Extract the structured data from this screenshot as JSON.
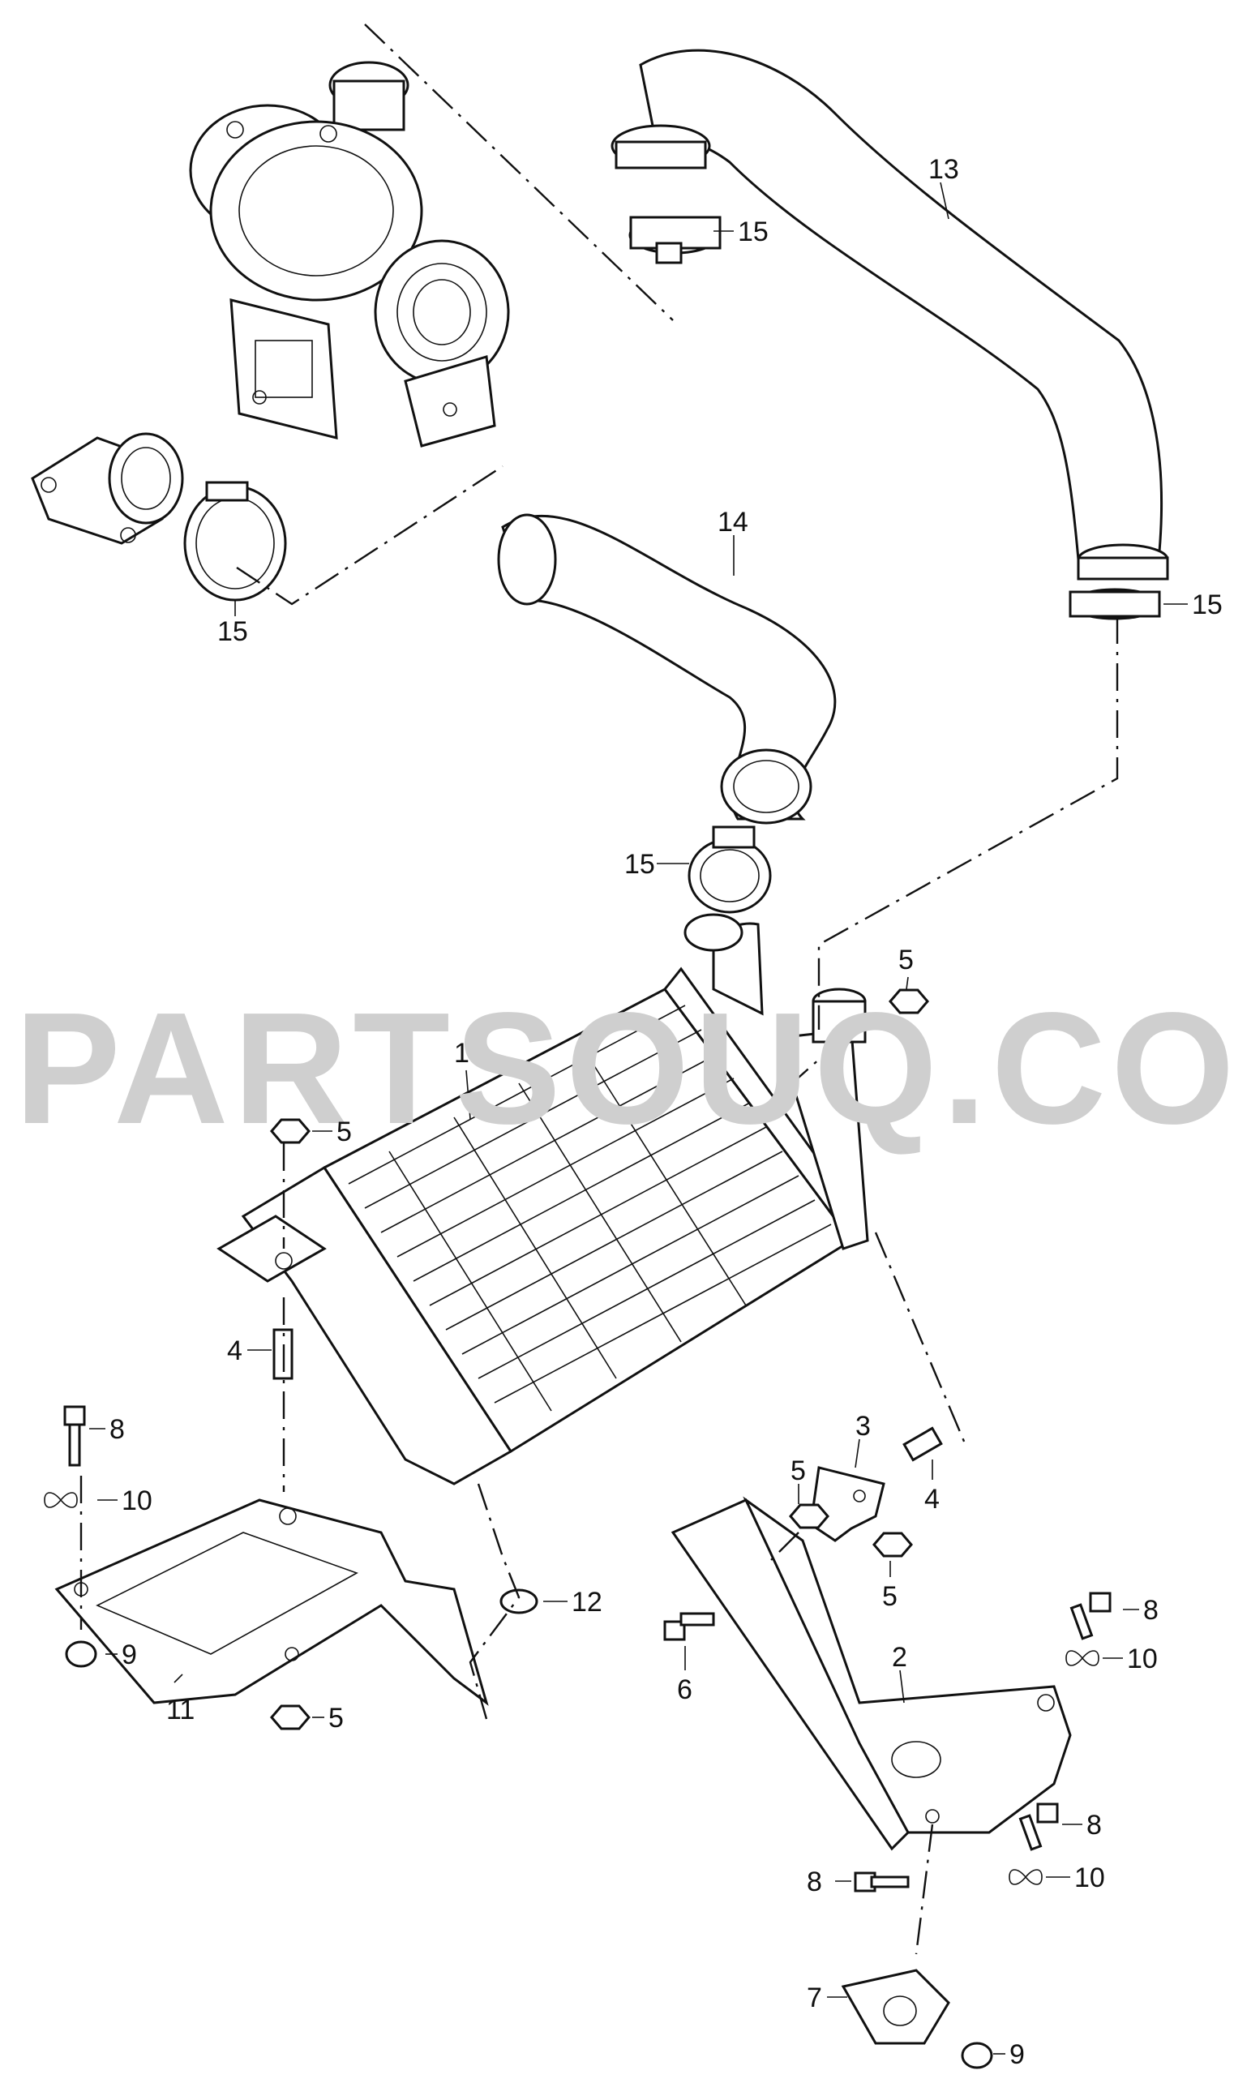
{
  "watermark": "PARTSOUQ.COM",
  "callouts": {
    "c1": "1",
    "c2": "2",
    "c3": "3",
    "c4a": "4",
    "c4b": "4",
    "c5a": "5",
    "c5b": "5",
    "c5c": "5",
    "c5d": "5",
    "c5e": "5",
    "c6": "6",
    "c7": "7",
    "c8a": "8",
    "c8b": "8",
    "c8c": "8",
    "c8d": "8",
    "c9a": "9",
    "c9b": "9",
    "c10a": "10",
    "c10b": "10",
    "c10c": "10",
    "c11": "11",
    "c12": "12",
    "c13": "13",
    "c14": "14",
    "c15a": "15",
    "c15b": "15",
    "c15c": "15",
    "c15d": "15"
  },
  "colors": {
    "ink": "#111111",
    "watermark": "#cfcfcf",
    "background": "#ffffff"
  }
}
